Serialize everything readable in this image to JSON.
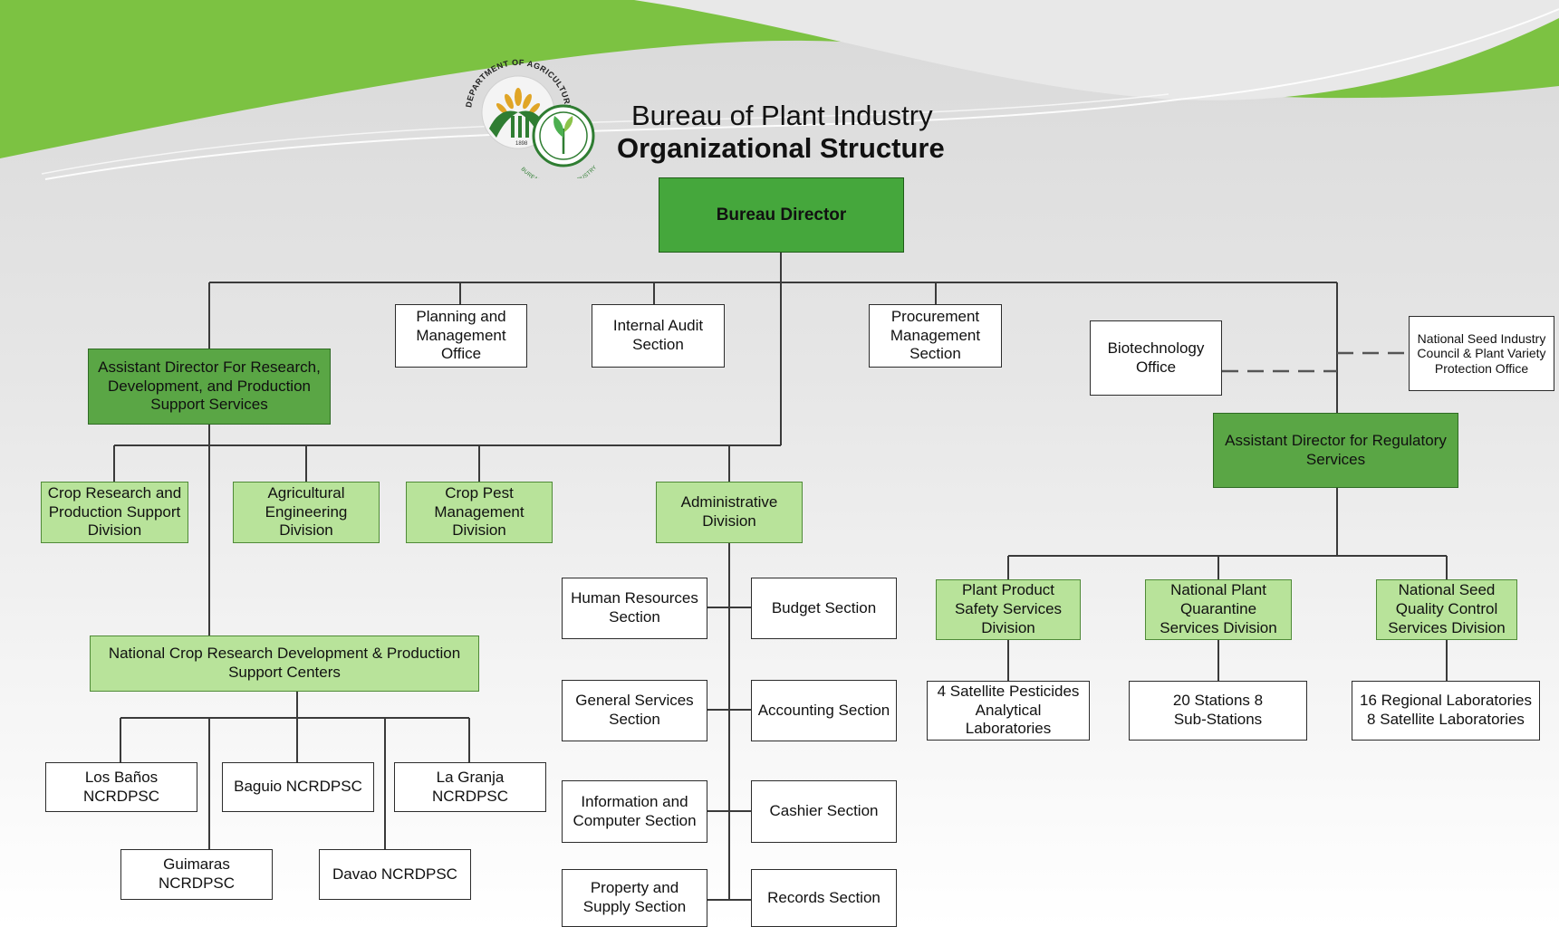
{
  "header": {
    "title": "Bureau of Plant Industry",
    "subtitle": "Organizational Structure",
    "logo_text_da": "DEPARTMENT OF AGRICULTURE",
    "logo_text_bpi": "BUREAU OF PLANT INDUSTRY",
    "logo_year": "1898"
  },
  "colors": {
    "director_green": "#45a73c",
    "assistant_green": "#5aa645",
    "division_green": "#b8e39a",
    "banner_green": "#7cc242"
  },
  "nodes": {
    "bureau_director": "Bureau Director",
    "planning": "Planning and Management Office",
    "internal_audit": "Internal Audit Section",
    "procurement": "Procurement Management Section",
    "biotech": "Biotechnology Office",
    "nsic": "National Seed Industry Council & Plant Variety Protection Office",
    "ad_research": "Assistant Director For Research, Development, and Production Support Services",
    "ad_regulatory": "Assistant Director for Regulatory Services",
    "crop_research": "Crop Research and Production Support Division",
    "ag_engineering": "Agricultural Engineering Division",
    "crop_pest": "Crop Pest Management Division",
    "admin_division": "Administrative Division",
    "ncrdpsc": "National Crop Research Development & Production Support Centers",
    "los_banos": "Los Baños NCRDPSC",
    "baguio": "Baguio NCRDPSC",
    "la_granja": "La Granja NCRDPSC",
    "guimaras": "Guimaras NCRDPSC",
    "davao": "Davao NCRDPSC",
    "hr": "Human Resources Section",
    "budget": "Budget Section",
    "general_services": "General Services Section",
    "accounting": "Accounting Section",
    "ict": "Information and Computer Section",
    "cashier": "Cashier Section",
    "property": "Property and Supply Section",
    "records": "Records Section",
    "ppssd": "Plant Product Safety Services Division",
    "npqsd": "National Plant Quarantine Services Division",
    "nsqcsd": "National Seed Quality Control Services Division",
    "satellite_pesticides": "4 Satellite Pesticides Analytical Laboratories",
    "stations": "20 Stations 8 Sub-Stations",
    "regional_labs": "16 Regional Laboratories 8 Satellite Laboratories"
  }
}
